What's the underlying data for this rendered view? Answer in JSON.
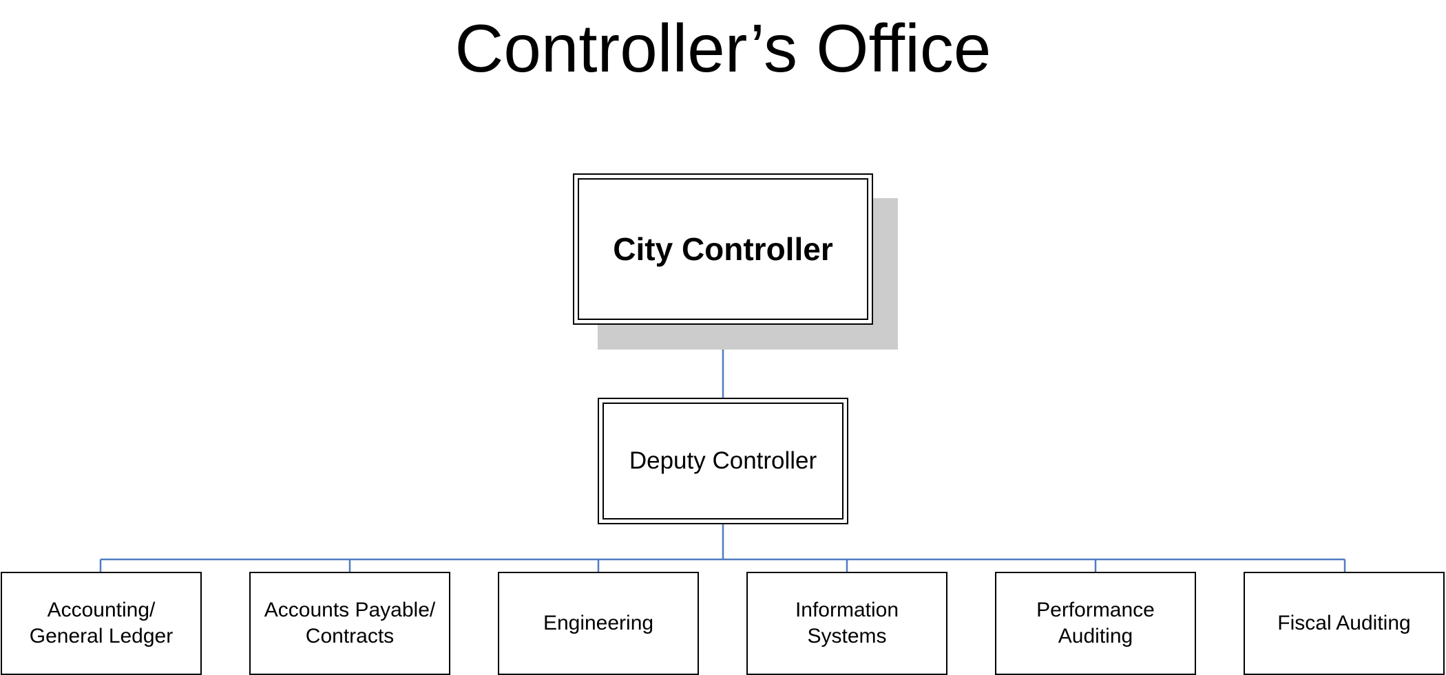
{
  "title": "Controller’s Office",
  "org_chart": {
    "top": {
      "label": "City Controller"
    },
    "deputy": {
      "label": "Deputy Controller"
    },
    "departments": [
      {
        "label": "Accounting/\nGeneral Ledger"
      },
      {
        "label": "Accounts Payable/\nContracts"
      },
      {
        "label": "Engineering"
      },
      {
        "label": "Information\nSystems"
      },
      {
        "label": "Performance\nAuditing"
      },
      {
        "label": "Fiscal Auditing"
      }
    ]
  },
  "colors": {
    "connector": "#4f7cc0",
    "shadow": "#cccccc",
    "border": "#000000"
  }
}
